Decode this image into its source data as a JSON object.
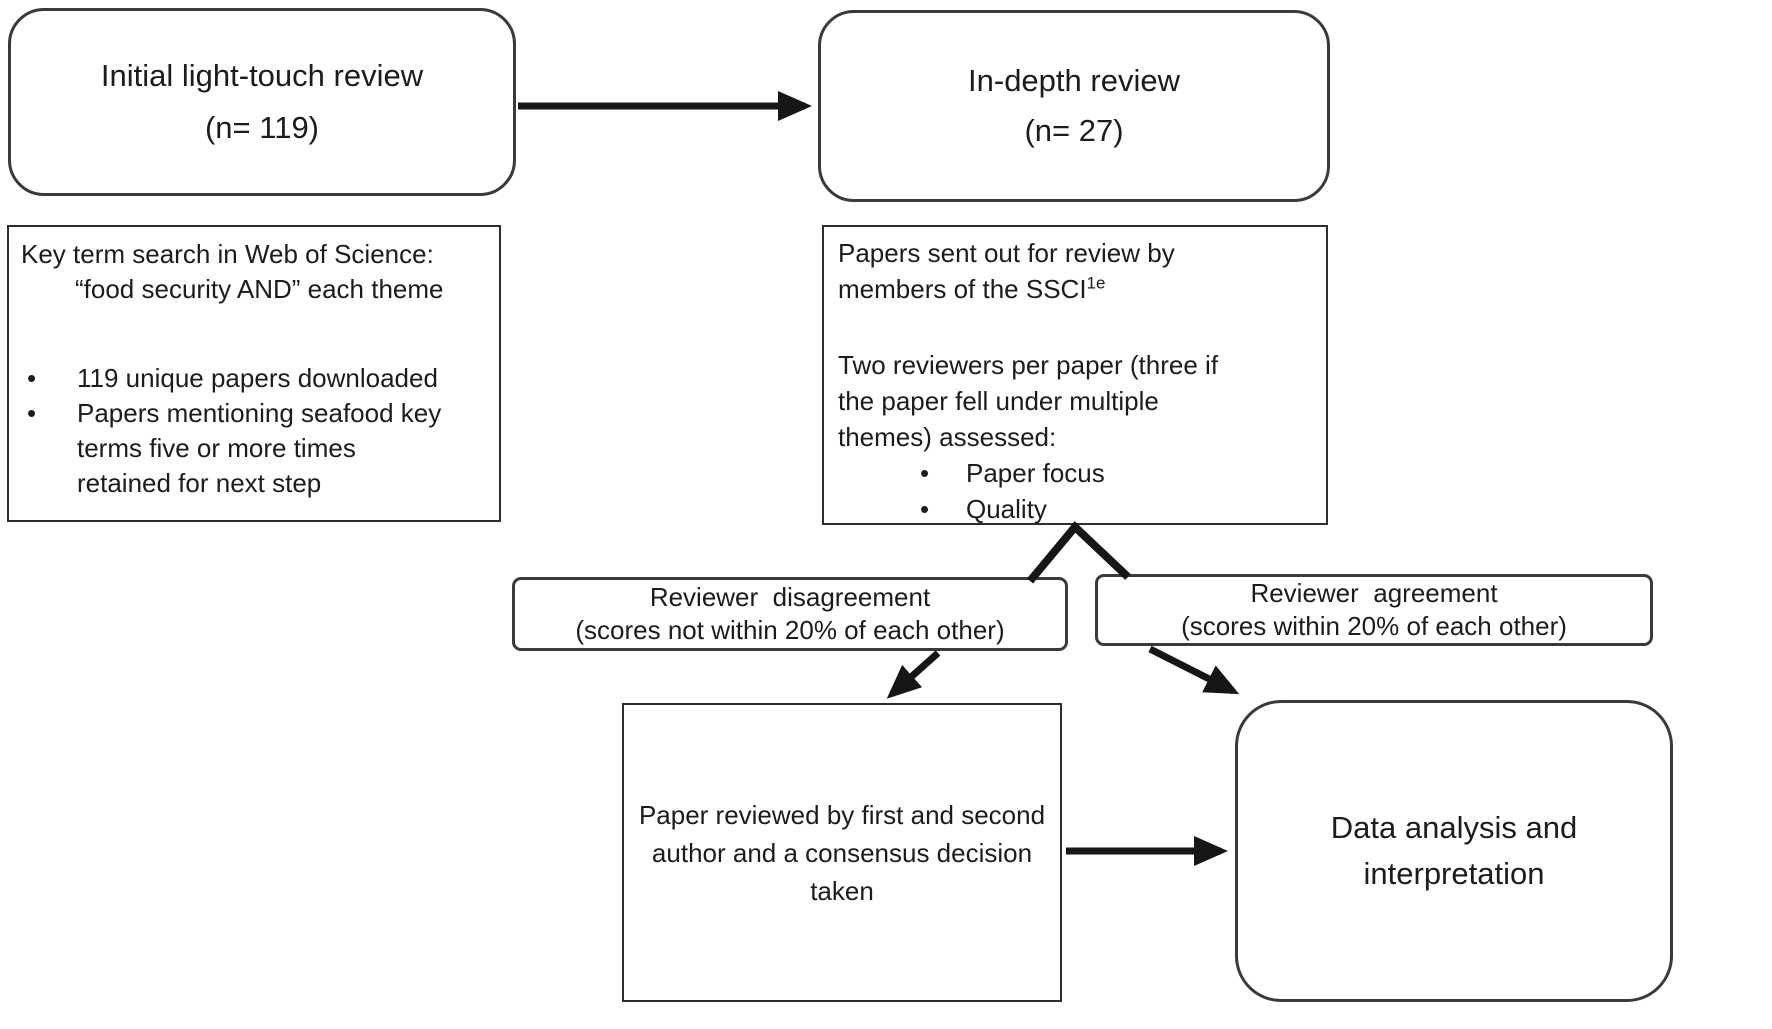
{
  "diagram": {
    "title_hint": "Literature review screening flowchart",
    "background": "#ffffff",
    "stroke_color": "#161616",
    "text_color": "#1c1c1c",
    "bullet_char": "•",
    "nodes": {
      "initial_review": {
        "shape": "rounded",
        "lines": [
          "Initial light-touch review",
          "(n= 119)"
        ]
      },
      "in_depth_review": {
        "shape": "rounded",
        "lines": [
          "In-depth review",
          "(n= 27)"
        ]
      },
      "key_term_search": {
        "shape": "rect",
        "intro_lines": [
          "Key term search in Web of Science:",
          "“food security AND” each theme"
        ],
        "bullet1": "119 unique papers downloaded",
        "bullet2_lines": [
          "Papers mentioning seafood key",
          "terms five or more times",
          "retained for next step"
        ]
      },
      "papers_sent": {
        "shape": "rect",
        "para1_lines": [
          "Papers sent out for review by",
          "members of the SSCI"
        ],
        "superscript": "1e",
        "para2_lines": [
          "Two reviewers per paper (three if",
          "the paper fell under multiple",
          "themes) assessed:"
        ],
        "bullets": [
          "Paper focus",
          "Quality"
        ]
      },
      "disagreement": {
        "shape": "rounded-small",
        "lines": [
          "Reviewer  disagreement",
          "(scores not within 20% of each other)"
        ]
      },
      "agreement": {
        "shape": "rounded-small",
        "lines": [
          "Reviewer  agreement",
          "(scores within 20% of each other)"
        ]
      },
      "consensus": {
        "shape": "rect",
        "lines": [
          "Paper reviewed by first and second",
          "author and a consensus decision",
          "taken"
        ]
      },
      "data_analysis": {
        "shape": "rounded",
        "lines": [
          "Data analysis and",
          "interpretation"
        ]
      }
    },
    "edges": [
      {
        "from": "initial_review",
        "to": "in_depth_review",
        "style": "arrow"
      },
      {
        "from": "papers_sent",
        "to": "disagreement",
        "style": "line"
      },
      {
        "from": "papers_sent",
        "to": "agreement",
        "style": "line"
      },
      {
        "from": "disagreement",
        "to": "consensus",
        "style": "arrow"
      },
      {
        "from": "agreement",
        "to": "data_analysis",
        "style": "arrow"
      },
      {
        "from": "consensus",
        "to": "data_analysis",
        "style": "arrow"
      }
    ]
  }
}
